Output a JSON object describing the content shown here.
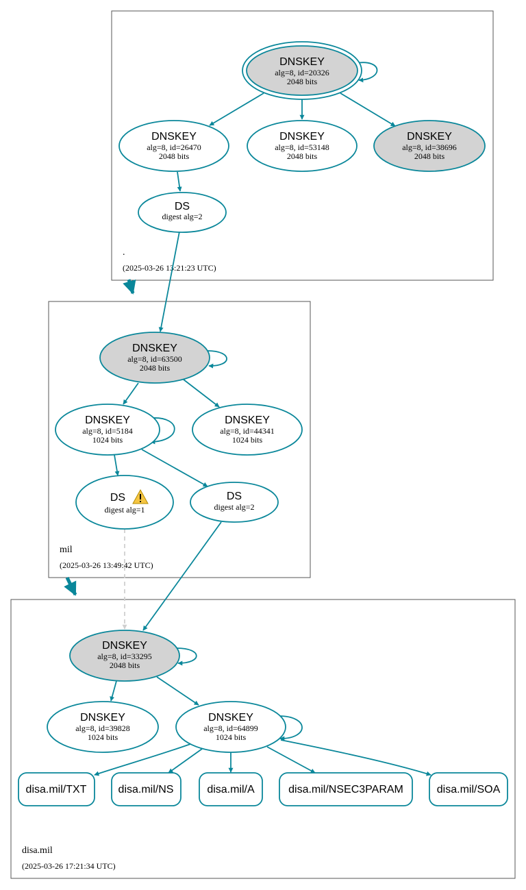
{
  "colors": {
    "edge": "#0a879a",
    "key_fill_grey": "#d3d3d3",
    "zone_border": "#555555",
    "warning": "#f5c542"
  },
  "zones": {
    "root": {
      "name": ".",
      "timestamp": "(2025-03-26 13:21:23 UTC)"
    },
    "mil": {
      "name": "mil",
      "timestamp": "(2025-03-26 13:49:42 UTC)"
    },
    "disa": {
      "name": "disa.mil",
      "timestamp": "(2025-03-26 17:21:34 UTC)"
    }
  },
  "nodes": {
    "root_ksk": {
      "title": "DNSKEY",
      "line1": "alg=8, id=20326",
      "line2": "2048 bits"
    },
    "root_zsk1": {
      "title": "DNSKEY",
      "line1": "alg=8, id=26470",
      "line2": "2048 bits"
    },
    "root_zsk2": {
      "title": "DNSKEY",
      "line1": "alg=8, id=53148",
      "line2": "2048 bits"
    },
    "root_zsk3": {
      "title": "DNSKEY",
      "line1": "alg=8, id=38696",
      "line2": "2048 bits"
    },
    "root_ds": {
      "title": "DS",
      "line1": "digest alg=2"
    },
    "mil_ksk": {
      "title": "DNSKEY",
      "line1": "alg=8, id=63500",
      "line2": "2048 bits"
    },
    "mil_zsk1": {
      "title": "DNSKEY",
      "line1": "alg=8, id=5184",
      "line2": "1024 bits"
    },
    "mil_zsk2": {
      "title": "DNSKEY",
      "line1": "alg=8, id=44341",
      "line2": "1024 bits"
    },
    "mil_ds1": {
      "title": "DS",
      "line1": "digest alg=1"
    },
    "mil_ds2": {
      "title": "DS",
      "line1": "digest alg=2"
    },
    "disa_ksk": {
      "title": "DNSKEY",
      "line1": "alg=8, id=33295",
      "line2": "2048 bits"
    },
    "disa_zsk1": {
      "title": "DNSKEY",
      "line1": "alg=8, id=39828",
      "line2": "1024 bits"
    },
    "disa_zsk2": {
      "title": "DNSKEY",
      "line1": "alg=8, id=64899",
      "line2": "1024 bits"
    }
  },
  "records": [
    "disa.mil/TXT",
    "disa.mil/NS",
    "disa.mil/A",
    "disa.mil/NSEC3PARAM",
    "disa.mil/SOA"
  ],
  "warning_icon": "warning-triangle-icon"
}
